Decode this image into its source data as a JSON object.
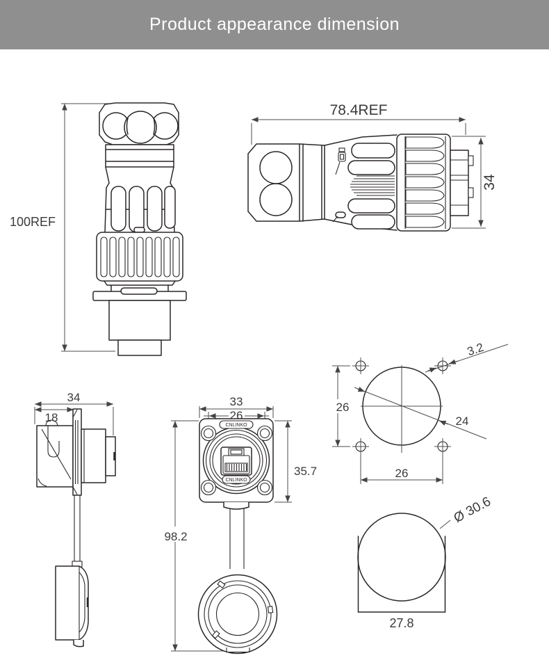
{
  "header": {
    "title": "Product appearance dimension"
  },
  "brand": {
    "name": "CNLINKO"
  },
  "colors": {
    "header_bg": "#8f8f8f",
    "header_text": "#ffffff",
    "line": "#2b2728",
    "dim_text": "#3b3b3b"
  },
  "views": {
    "plug_side_vertical": {
      "height_label": "100REF"
    },
    "plug_side_horizontal": {
      "length_label": "78.4REF",
      "diameter_label": "34"
    },
    "socket_side": {
      "width_label": "34",
      "depth_label": "18"
    },
    "socket_front": {
      "flange_width_label": "33",
      "hole_spacing_label": "26",
      "flange_height_label": "35.7",
      "total_length_label": "98.2"
    },
    "panel_cutout": {
      "vertical_label": "26",
      "horizontal_label": "26",
      "hole_label": "3.2",
      "bore_label": "24"
    },
    "cap_hole": {
      "diameter_label": "Ø 30.6",
      "width_label": "27.8"
    }
  }
}
